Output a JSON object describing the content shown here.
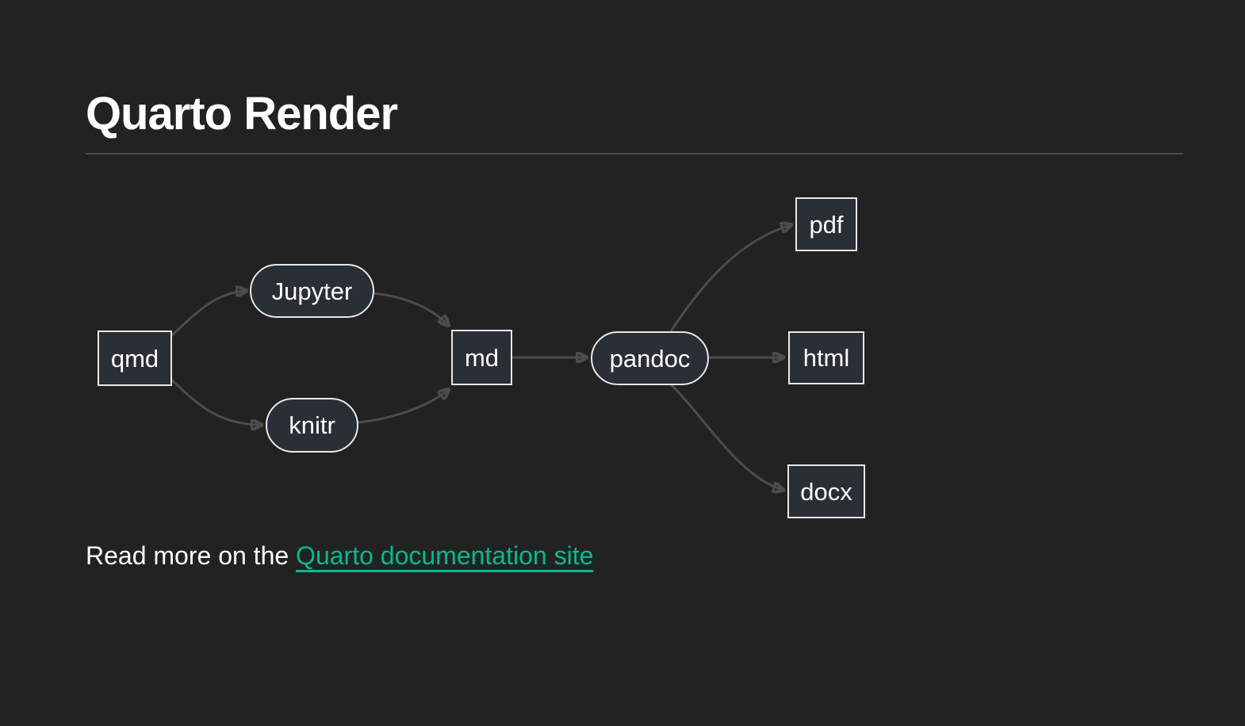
{
  "page": {
    "title": "Quarto Render",
    "read_more_prefix": "Read more on the ",
    "link_text": "Quarto documentation site"
  },
  "colors": {
    "background": "#222222",
    "heading_text": "#ffffff",
    "body_text": "#ffffff",
    "link": "#00bc8c",
    "node_fill": "#2a2e35",
    "node_border": "#e8e8e8",
    "node_text": "#ffffff",
    "edge": "#4a4c50",
    "divider": "#4a4a4a"
  },
  "diagram": {
    "type": "flowchart",
    "direction": "left-to-right",
    "nodes": [
      {
        "id": "qmd",
        "label": "qmd",
        "shape": "rectangle"
      },
      {
        "id": "jupyter",
        "label": "Jupyter",
        "shape": "stadium"
      },
      {
        "id": "knitr",
        "label": "knitr",
        "shape": "stadium"
      },
      {
        "id": "md",
        "label": "md",
        "shape": "rectangle"
      },
      {
        "id": "pandoc",
        "label": "pandoc",
        "shape": "stadium"
      },
      {
        "id": "pdf",
        "label": "pdf",
        "shape": "rectangle"
      },
      {
        "id": "html",
        "label": "html",
        "shape": "rectangle"
      },
      {
        "id": "docx",
        "label": "docx",
        "shape": "rectangle"
      }
    ],
    "edges": [
      {
        "from": "qmd",
        "to": "jupyter"
      },
      {
        "from": "qmd",
        "to": "knitr"
      },
      {
        "from": "jupyter",
        "to": "md"
      },
      {
        "from": "knitr",
        "to": "md"
      },
      {
        "from": "md",
        "to": "pandoc"
      },
      {
        "from": "pandoc",
        "to": "pdf"
      },
      {
        "from": "pandoc",
        "to": "html"
      },
      {
        "from": "pandoc",
        "to": "docx"
      }
    ]
  }
}
